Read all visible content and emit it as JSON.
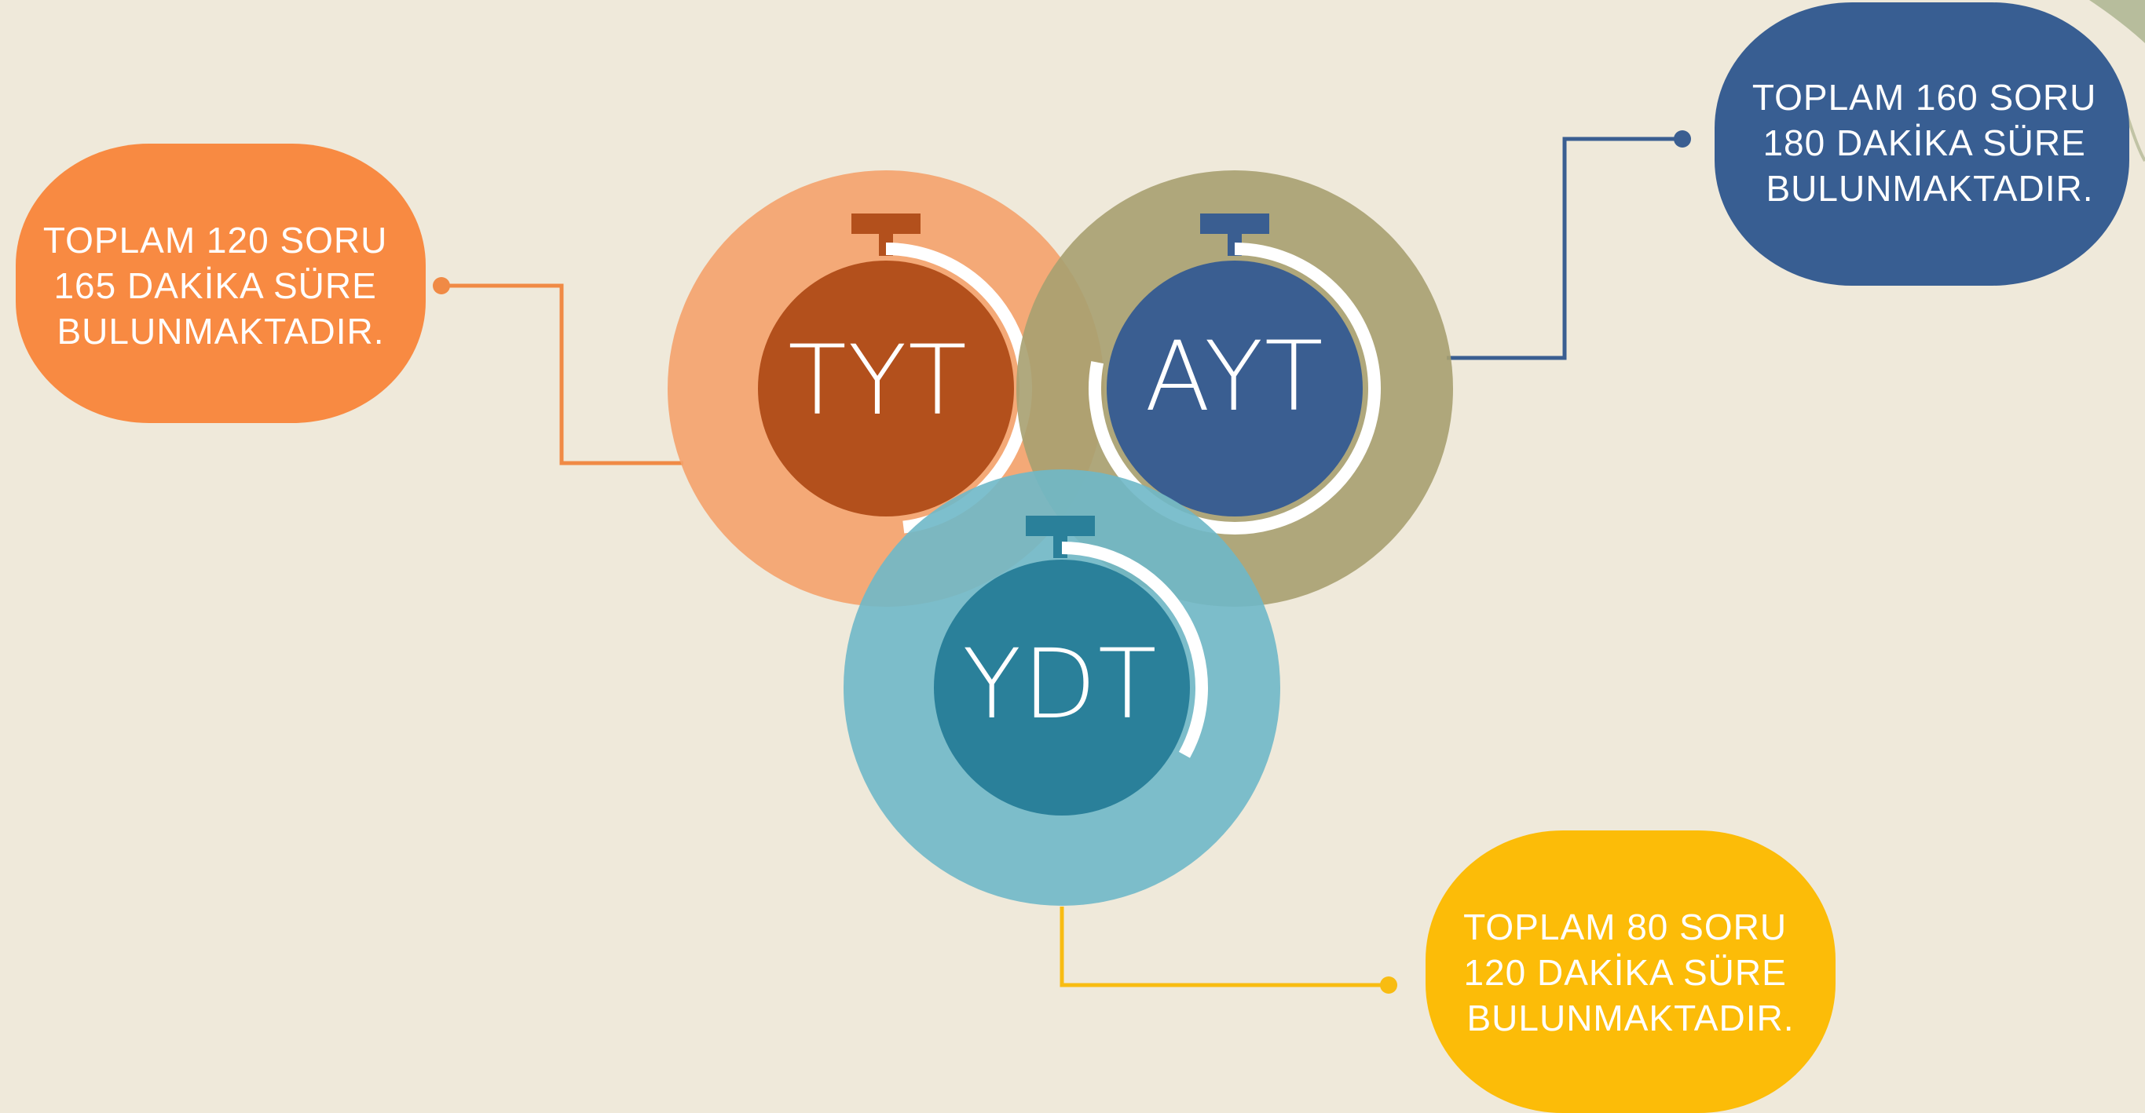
{
  "exams": [
    {
      "id": "tyt",
      "label": "TYT",
      "colors": {
        "outer": "#f4a26b",
        "inner": "#b3501c",
        "connector": "#f08a45"
      },
      "timer_fraction": 0.48,
      "callout": {
        "lines": [
          "TOPLAM 120 SORU",
          "165 DAKİKA SÜRE",
          "BULUNMAKTADIR."
        ],
        "color": "#f88a42"
      }
    },
    {
      "id": "ayt",
      "label": "AYT",
      "colors": {
        "outer": "#a7a070",
        "inner": "#3a5e91",
        "connector": "#3a5e91"
      },
      "timer_fraction": 0.78,
      "callout": {
        "lines": [
          "TOPLAM 160 SORU",
          "180 DAKİKA SÜRE",
          "BULUNMAKTADIR."
        ],
        "color": "#385e92"
      }
    },
    {
      "id": "ydt",
      "label": "YDT",
      "colors": {
        "outer": "#6fb8c8",
        "inner": "#2a809a",
        "connector": "#f8bc12"
      },
      "timer_fraction": 0.33,
      "callout": {
        "lines": [
          "TOPLAM 80 SORU",
          "120 DAKİKA SÜRE",
          "BULUNMAKTADIR."
        ],
        "color": "#fcbc08"
      }
    }
  ],
  "colors": {
    "background": "#efe9da",
    "arc": "#ffffff"
  }
}
